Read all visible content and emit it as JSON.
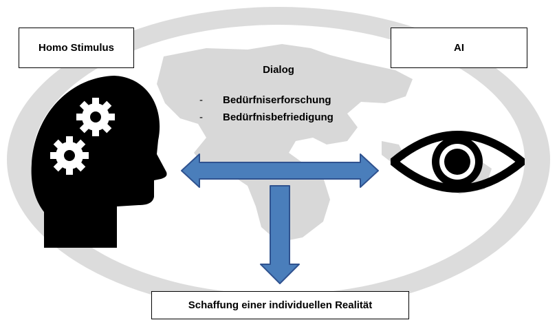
{
  "diagram": {
    "left_box_label": "Homo Stimulus",
    "right_box_label": "AI",
    "bottom_box_label": "Schaffung einer individuellen Realität",
    "center_title": "Dialog",
    "center_items": [
      {
        "dash": "-",
        "text": "Bedürfniserforschung"
      },
      {
        "dash": "-",
        "text": "Bedürfnisbefriedigung"
      }
    ]
  },
  "icons": {
    "left": "head-with-gears-icon",
    "right": "eye-icon",
    "background": "globe-watermark"
  },
  "colors": {
    "arrow_fill": "#4a7ebb",
    "arrow_stroke": "#2f528f",
    "watermark_gray": "#d2d2d2",
    "icon_black": "#000000"
  }
}
